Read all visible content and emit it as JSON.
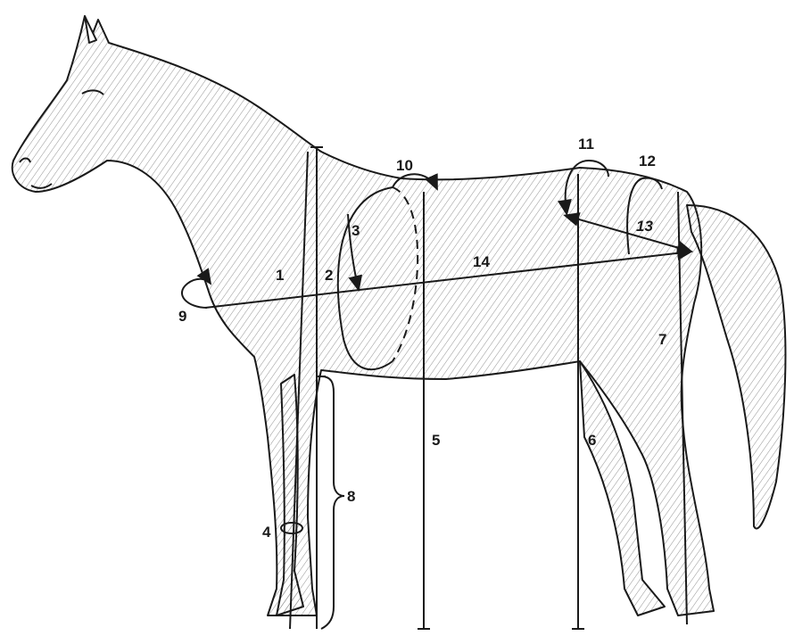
{
  "diagram": {
    "colors": {
      "ink": "#1a1a1a",
      "shade": "#555555",
      "paper": "#ffffff"
    },
    "labels": {
      "m1": "1",
      "m2": "2",
      "m3": "3",
      "m4": "4",
      "m5": "5",
      "m6": "6",
      "m7": "7",
      "m8": "8",
      "m9": "9",
      "m10": "10",
      "m11": "11",
      "m12": "12",
      "m13": "13",
      "m14": "14"
    }
  }
}
